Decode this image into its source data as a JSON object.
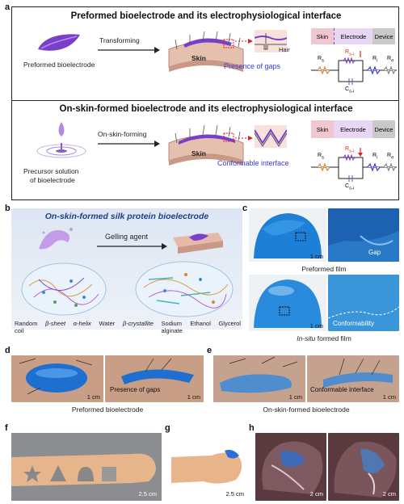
{
  "panels": {
    "a": "a",
    "b": "b",
    "c": "c",
    "d": "d",
    "e": "e",
    "f": "f",
    "g": "g",
    "h": "h"
  },
  "a": {
    "top_title": "Preformed bioelectrode and its electrophysiological interface",
    "top_left_caption": "Preformed bioelectrode",
    "top_arrow_label": "Transforming",
    "top_skin_label": "Skin",
    "hair_label": "Hair",
    "top_result": "Presence of gaps",
    "bottom_title": "On-skin-formed bioelectrode and its electrophysiological interface",
    "bottom_left_caption_1": "Precursor solution",
    "bottom_left_caption_2": "of bioelectrode",
    "bottom_arrow_label": "On-skin-forming",
    "bottom_skin_label": "Skin",
    "bottom_result": "Conformable interface",
    "band_skin": "Skin",
    "band_electrode": "Electrode",
    "band_device": "Device",
    "circuit": {
      "rs": "R",
      "rs_sub": "s",
      "rsi": "R",
      "rsi_sub": "s-i",
      "ri": "R",
      "ri_sub": "i",
      "re": "R",
      "re_sub": "e",
      "csi": "C",
      "csi_sub": "s-i"
    }
  },
  "b": {
    "title": "On-skin-formed silk protein bioelectrode",
    "arrow_label": "Gelling agent",
    "legend": [
      {
        "line1": "Random",
        "line2": "coil"
      },
      {
        "line1": "β-sheet",
        "line2": ""
      },
      {
        "line1": "α-helix",
        "line2": ""
      },
      {
        "line1": "Water",
        "line2": ""
      },
      {
        "line1": "β-crystallite",
        "line2": ""
      },
      {
        "line1": "Sodium",
        "line2": "alginate"
      },
      {
        "line1": "Ethanol",
        "line2": ""
      },
      {
        "line1": "Glycerol",
        "line2": ""
      }
    ]
  },
  "c": {
    "gap_label": "Gap",
    "scale1": "1 cm",
    "caption1": "Preformed film",
    "conform_label": "Conformability",
    "scale2": "1 cm",
    "caption2_italic": "In-situ",
    "caption2_rest": " formed film"
  },
  "d": {
    "scale_left": "1 cm",
    "gaps_label": "Presence of gaps",
    "scale_right": "1 cm",
    "caption": "Preformed bioelectrode"
  },
  "e": {
    "scale_left": "1 cm",
    "interface_label": "Conformable interface",
    "scale_right": "1 cm",
    "caption": "On-skin-formed bioelectrode"
  },
  "f": {
    "scale": "2.5 cm"
  },
  "g": {
    "scale": "2.5 cm"
  },
  "h": {
    "scale_left": "2 cm",
    "scale_right": "2 cm"
  },
  "colors": {
    "electrode_purple": "#7a3fc8",
    "skin": "#e8c4b4",
    "hydrogel_blue": "#1e7fd6",
    "accent_blue": "#3a3ad0",
    "red": "#e0202a",
    "band_skin": "#f1c6d0",
    "band_device": "#c9c9c9"
  }
}
